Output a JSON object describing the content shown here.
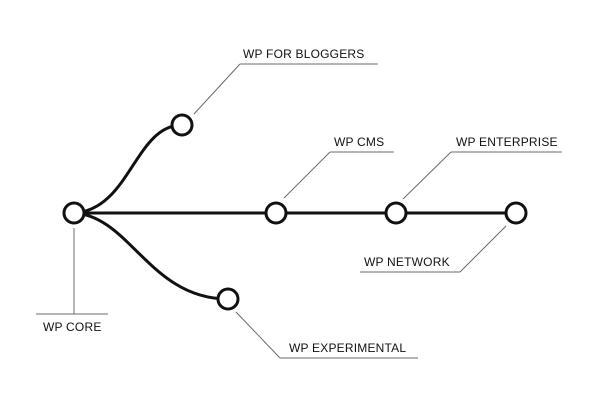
{
  "diagram": {
    "labels": {
      "core": "WP CORE",
      "bloggers": "WP FOR BLOGGERS",
      "cms": "WP CMS",
      "enterprise": "WP ENTERPRISE",
      "network": "WP NETWORK",
      "experimental": "WP EXPERIMENTAL"
    },
    "colors": {
      "line": "#111111",
      "leader": "#6b6b6b",
      "background": "#ffffff"
    }
  }
}
